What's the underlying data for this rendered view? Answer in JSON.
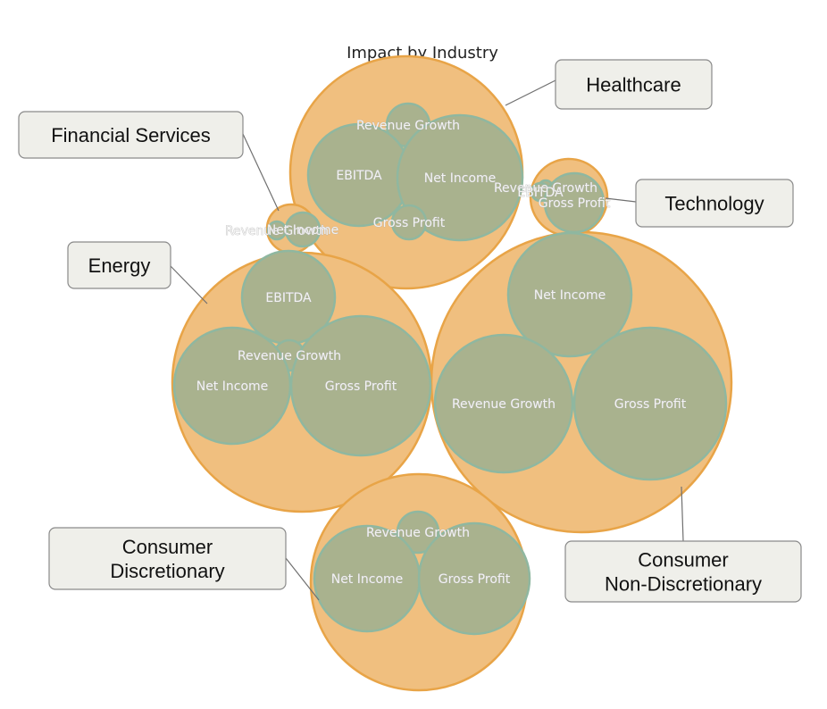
{
  "chart_data": {
    "type": "packed-bubble",
    "title": "Impact by Industry",
    "colors": {
      "industry_fill": "#f0bf7f",
      "industry_stroke": "#e8a447",
      "metric_fill": "#a9b28e",
      "metric_stroke": "#8fb7a0"
    },
    "industries": [
      {
        "name": "Healthcare",
        "size": 130,
        "metrics": [
          {
            "name": "Revenue Growth",
            "value": 24
          },
          {
            "name": "EBITDA",
            "value": 57
          },
          {
            "name": "Net Income",
            "value": 70
          },
          {
            "name": "Gross Profit",
            "value": 19
          }
        ]
      },
      {
        "name": "Financial Services",
        "size": 27,
        "metrics": [
          {
            "name": "Revenue Growth",
            "value": 10
          },
          {
            "name": "Net Income",
            "value": 19
          }
        ]
      },
      {
        "name": "Technology",
        "size": 43,
        "metrics": [
          {
            "name": "Revenue Growth",
            "value": 8
          },
          {
            "name": "EBITDA",
            "value": 10
          },
          {
            "name": "Gross Profit",
            "value": 33
          }
        ]
      },
      {
        "name": "Energy",
        "size": 145,
        "metrics": [
          {
            "name": "EBITDA",
            "value": 52
          },
          {
            "name": "Revenue Growth",
            "value": 17
          },
          {
            "name": "Net Income",
            "value": 65
          },
          {
            "name": "Gross Profit",
            "value": 78
          }
        ]
      },
      {
        "name": "Consumer Non-Discretionary",
        "size": 168,
        "metrics": [
          {
            "name": "Net Income",
            "value": 69
          },
          {
            "name": "Revenue Growth",
            "value": 77
          },
          {
            "name": "Gross Profit",
            "value": 85
          }
        ]
      },
      {
        "name": "Consumer Discretionary",
        "size": 121,
        "metrics": [
          {
            "name": "Revenue Growth",
            "value": 23
          },
          {
            "name": "Net Income",
            "value": 59
          },
          {
            "name": "Gross Profit",
            "value": 62
          }
        ]
      }
    ],
    "callouts": [
      {
        "industry": "Healthcare",
        "lines": [
          "Healthcare"
        ]
      },
      {
        "industry": "Financial Services",
        "lines": [
          "Financial Services"
        ]
      },
      {
        "industry": "Technology",
        "lines": [
          "Technology"
        ]
      },
      {
        "industry": "Energy",
        "lines": [
          "Energy"
        ]
      },
      {
        "industry": "Consumer Discretionary",
        "lines": [
          "Consumer",
          "Discretionary"
        ]
      },
      {
        "industry": "Consumer Non-Discretionary",
        "lines": [
          "Consumer",
          "Non-Discretionary"
        ]
      }
    ]
  }
}
